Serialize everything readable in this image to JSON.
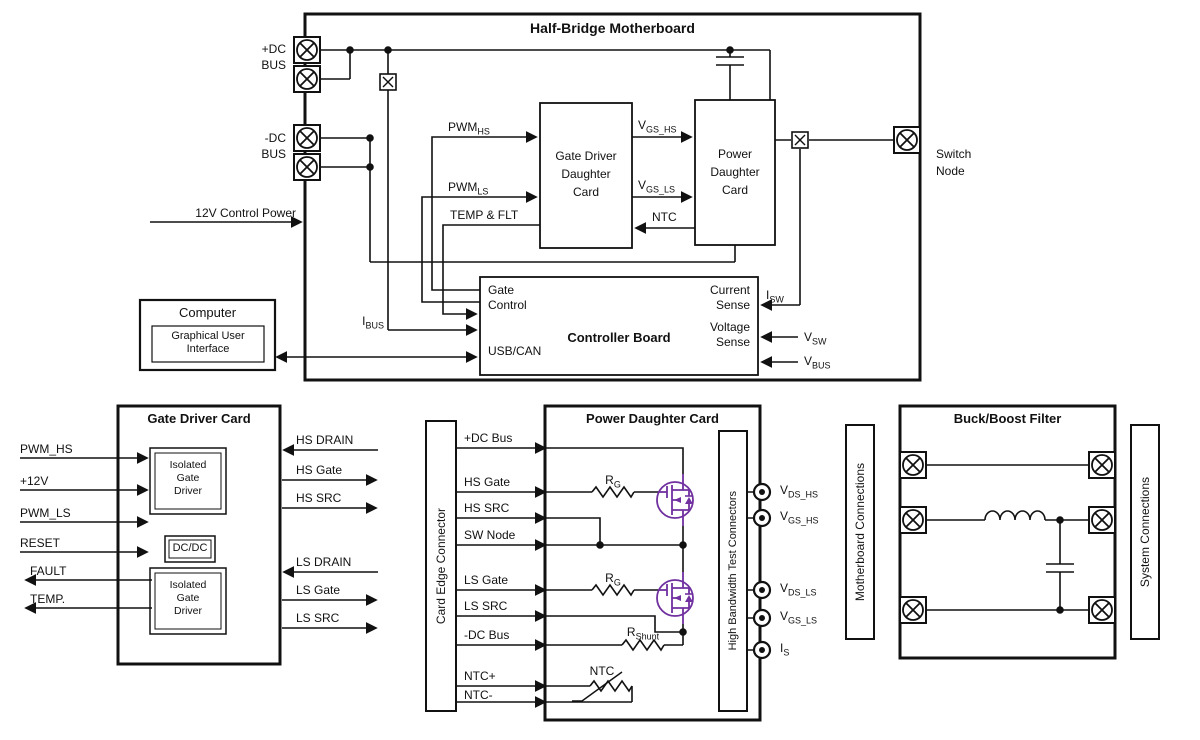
{
  "colors": {
    "line": "#111111",
    "mosfet": "#7030A0"
  },
  "motherboard": {
    "title": "Half-Bridge Motherboard",
    "bus_pos": [
      "+DC",
      "BUS"
    ],
    "bus_neg": [
      "-DC",
      "BUS"
    ],
    "control_power": "12V Control Power",
    "pwm_hs": {
      "base": "PWM",
      "sub": "HS"
    },
    "pwm_ls": {
      "base": "PWM",
      "sub": "LS"
    },
    "temp_flt": "TEMP & FLT",
    "vgs_hs": {
      "base": "V",
      "sub": "GS_HS"
    },
    "vgs_ls": {
      "base": "V",
      "sub": "GS_LS"
    },
    "ntc": "NTC",
    "ibus": {
      "base": "I",
      "sub": "BUS"
    },
    "isw": {
      "base": "I",
      "sub": "SW"
    },
    "vsw": {
      "base": "V",
      "sub": "SW"
    },
    "vbus": {
      "base": "V",
      "sub": "BUS"
    },
    "gate_driver_daughter_card": [
      "Gate Driver",
      "Daughter",
      "Card"
    ],
    "power_daughter_card": [
      "Power",
      "Daughter",
      "Card"
    ],
    "switch_node": [
      "Switch",
      "Node"
    ],
    "controller": {
      "title": "Controller Board",
      "gate_control": [
        "Gate",
        "Control"
      ],
      "usb_can": "USB/CAN",
      "current_sense": [
        "Current",
        "Sense"
      ],
      "voltage_sense": [
        "Voltage",
        "Sense"
      ]
    }
  },
  "computer": {
    "title": "Computer",
    "gui": [
      "Graphical User",
      "Interface"
    ]
  },
  "gate_driver_card": {
    "title": "Gate Driver Card",
    "inputs": [
      "PWM_HS",
      "+12V",
      "PWM_LS",
      "RESET"
    ],
    "outputs_left": [
      "FAULT",
      "TEMP."
    ],
    "isolated_driver": [
      "Isolated",
      "Gate",
      "Driver"
    ],
    "dcdc": "DC/DC",
    "right": [
      "HS DRAIN",
      "HS Gate",
      "HS SRC",
      "LS DRAIN",
      "LS Gate",
      "LS SRC"
    ]
  },
  "power_card": {
    "title": "Power Daughter Card",
    "edge_connector": "Card Edge Connector",
    "signals": [
      "+DC Bus",
      "HS Gate",
      "HS SRC",
      "SW Node",
      "LS Gate",
      "LS SRC",
      "-DC Bus",
      "NTC+",
      "NTC-"
    ],
    "rg": {
      "base": "R",
      "sub": "G"
    },
    "rshunt": {
      "base": "R",
      "sub": "Shunt"
    },
    "ntc": "NTC",
    "test_box": "High Bandwidth Test Connectors",
    "test_points": [
      {
        "base": "V",
        "sub": "DS_HS"
      },
      {
        "base": "V",
        "sub": "GS_HS"
      },
      {
        "base": "V",
        "sub": "DS_LS"
      },
      {
        "base": "V",
        "sub": "GS_LS"
      },
      {
        "base": "I",
        "sub": "S"
      }
    ]
  },
  "filter": {
    "title": "Buck/Boost Filter",
    "left_box": "Motherboard Connections",
    "right_box": "System Connections"
  }
}
